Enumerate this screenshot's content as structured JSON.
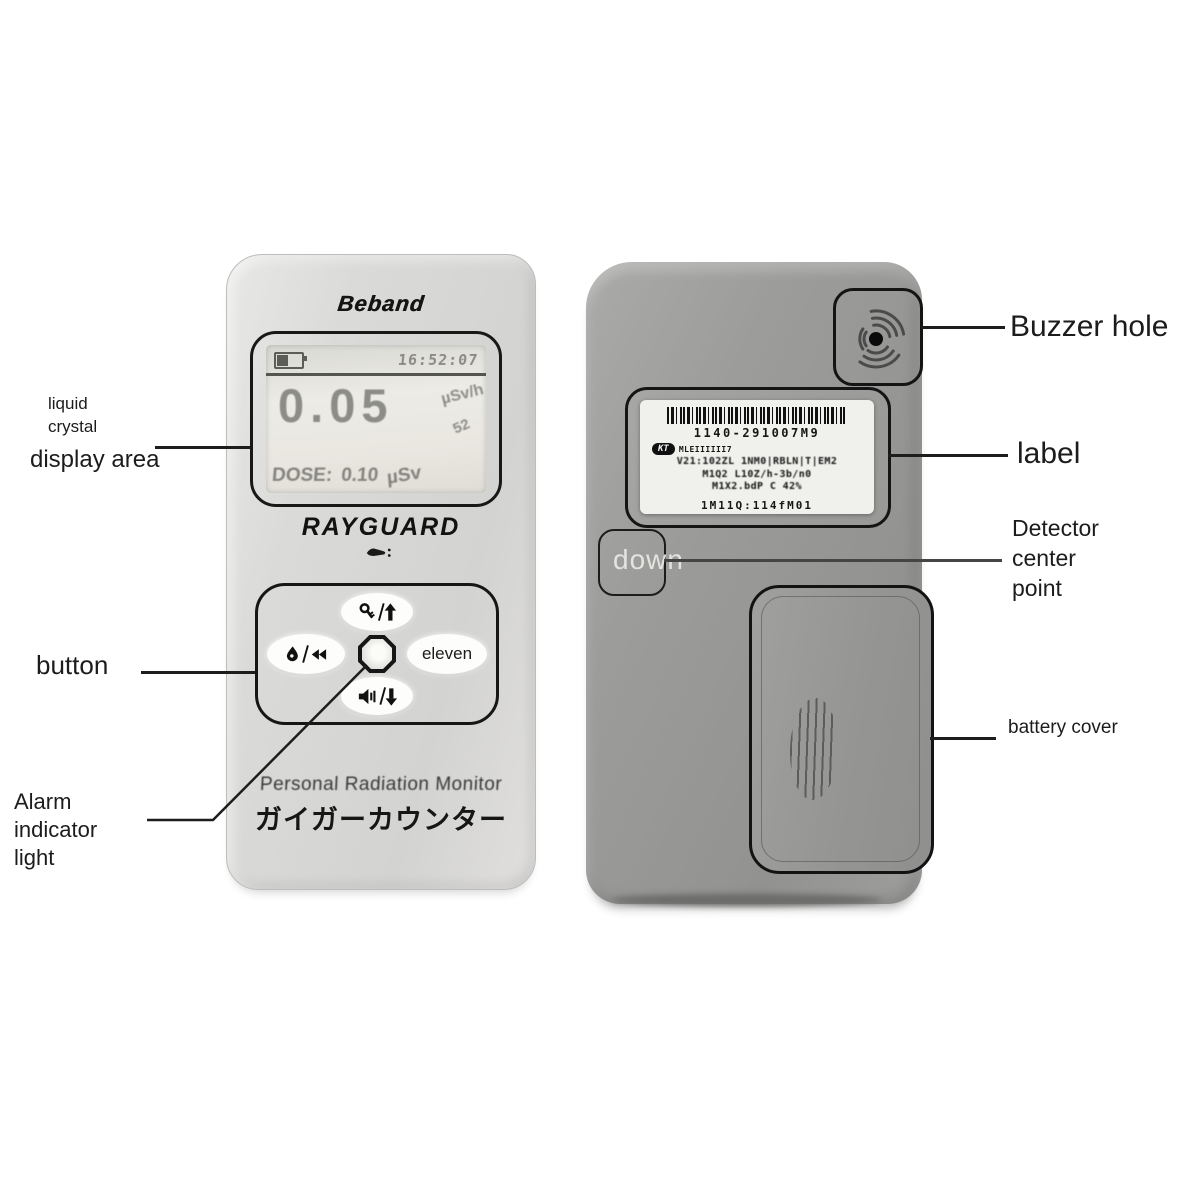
{
  "front_device": {
    "brand": "Beband",
    "model": "RAYGUARD",
    "product_name": "Personal Radiation Monitor",
    "product_name_jp": "ガイガーカウンター",
    "display": {
      "time": "16:52:07",
      "reading": "0.05",
      "unit": "µSv/h",
      "count": "52",
      "dose_label": "DOSE:",
      "dose_value": "0.10",
      "dose_unit": "µSv"
    },
    "buttons": {
      "right_label": "eleven"
    }
  },
  "back_device": {
    "down_marker": "down",
    "label": {
      "serial": "1140-291007M9",
      "logo_text": "KT",
      "logo_suffix": "MLEIIIIII7",
      "line1": "V21:102ZL  1NM0|RBLN|T|EM2",
      "line2": "M1Q2  L10Z/h-3b/n0",
      "line3": "M1X2.bdP  C 42%",
      "footer": "1M11Q:114fM01"
    }
  },
  "annotations": {
    "liquid_crystal_line1": "liquid",
    "liquid_crystal_line2": "crystal",
    "display_area": "display area",
    "button": "button",
    "alarm_line1": "Alarm",
    "alarm_line2": "indicator",
    "alarm_line3": "light",
    "buzzer_hole": "Buzzer hole",
    "label": "label",
    "detector_line1": "Detector",
    "detector_line2": "center",
    "detector_line3": "point",
    "battery_cover": "battery cover"
  },
  "icons": {
    "battery": "battery-level-icon",
    "key_up_button": "key-slash-up-arrow-icon",
    "mode_left_button": "drop-slash-left-arrows-icon",
    "mute_down_button": "speaker-slash-down-arrow-icon",
    "alarm_light": "octagon-indicator-icon",
    "rayguard_mark": "hand-mark-icon",
    "buzzer": "sound-waves-icon"
  },
  "colors": {
    "front_body": "#d7d7d5",
    "back_body": "#9a9a98",
    "outline": "#161616",
    "lcd_text": "#84847d",
    "annotation_text": "#1c1c1c"
  }
}
